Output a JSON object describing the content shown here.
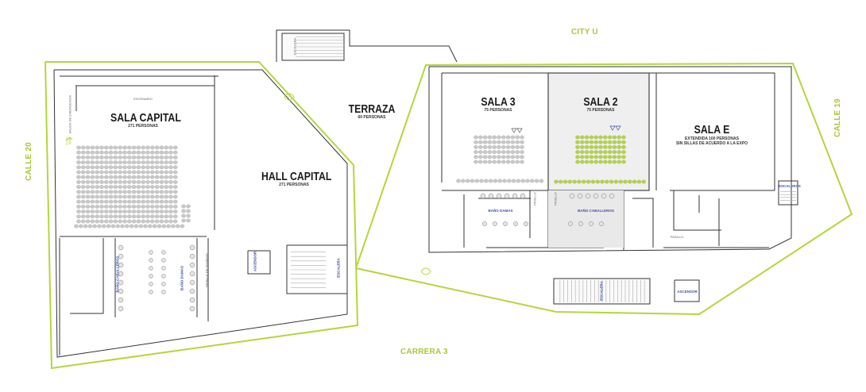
{
  "streets": {
    "city_u": "CITY U",
    "calle_20": "CALLE 20",
    "calle_19": "CALLE 19",
    "carrera_3": "CARRERA 3"
  },
  "rooms": {
    "sala_capital": {
      "name": "SALA CAPITAL",
      "capacity": "271 PERSONAS"
    },
    "hall_capital": {
      "name": "HALL CAPITAL",
      "capacity": "271 PERSONAS"
    },
    "terraza": {
      "name": "TERRAZA",
      "capacity": "60 PERSONAS"
    },
    "sala_3": {
      "name": "SALA 3",
      "capacity": "75 PERSONAS"
    },
    "sala_2": {
      "name": "SALA 2",
      "capacity": "75 PERSONAS"
    },
    "sala_e": {
      "name": "SALA E",
      "capacity_line1": "EXTENDIDA 100 PERSONAS",
      "capacity_line2": "SIN SILLAS DE ACUERDO A LA EXPO"
    }
  },
  "labels": {
    "escalera_top": "ESCALERA",
    "escenario": "ESCENARIO",
    "salida_emergencia": "SALIDA DE EMERGENCIA",
    "sube": "SUBE",
    "bano_caballeros_left": "BAÑO CABALLEROS",
    "bano_damas_left": "BAÑO DAMAS",
    "pasillo_ingreso": "PASILLO DE INGRESO",
    "ascensor_left": "ASCENSOR",
    "escalera_left": "ESCALERA",
    "bano_damas_right": "BAÑO DAMAS",
    "bano_caballeros_right": "BAÑO CABALLEROS",
    "pasillo_a": "PASILLO",
    "pasillo_b": "PASILLO",
    "pasillo_c": "PASILLO",
    "escaleras_right": "ESCALERAS",
    "escalera_bottom": "ESCALERA",
    "ascensor_right": "ASCENSOR"
  },
  "colors": {
    "accent": "#a8c83a",
    "seat_gray": "#c9c9c9",
    "seat_green": "#b5d63a",
    "wall": "#333333",
    "sala2_fill": "#efefef"
  }
}
